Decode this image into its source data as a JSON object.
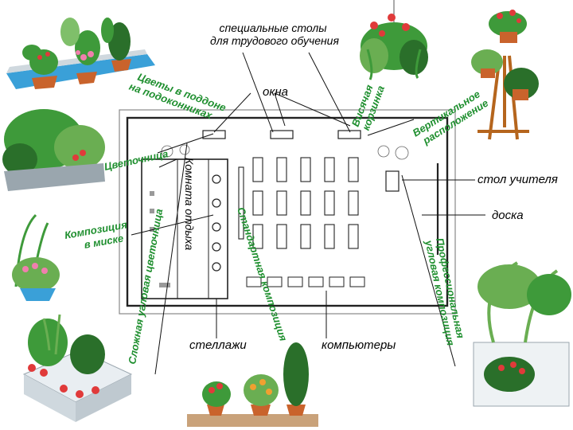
{
  "labels": {
    "special_tables": "специальные столы для трудового обучения",
    "windows": "окна",
    "hanging_basket": "Висячая корзинка",
    "vertical_placement": "Вертикальное расположение",
    "flowers_in_trays": "Цветы в поддоне на подоконниках",
    "flower_bed": "Цветочница",
    "teacher_table": "стол учителя",
    "board": "доска",
    "composition_in_bowl": "Композиция в миске",
    "rest_room": "Комната отдыха",
    "standard_composition": "Стандартная композиция",
    "complex_corner_flower_bed": "Сложная угловая цветочница",
    "professional_corner_composition": "Профессиональная угловая композиция",
    "shelves": "стеллажи",
    "computers": "компьютеры"
  },
  "colors": {
    "label_green": "#1f8f2f",
    "wall": "#222222",
    "tray": "#3aa0d8",
    "leaf": "#3e9a3a",
    "leaf_dark": "#2a6f2a",
    "pot": "#c9632c",
    "flower_red": "#e03a3a",
    "flower_pink": "#f07fae",
    "pot_grey": "#9aa6ae"
  }
}
